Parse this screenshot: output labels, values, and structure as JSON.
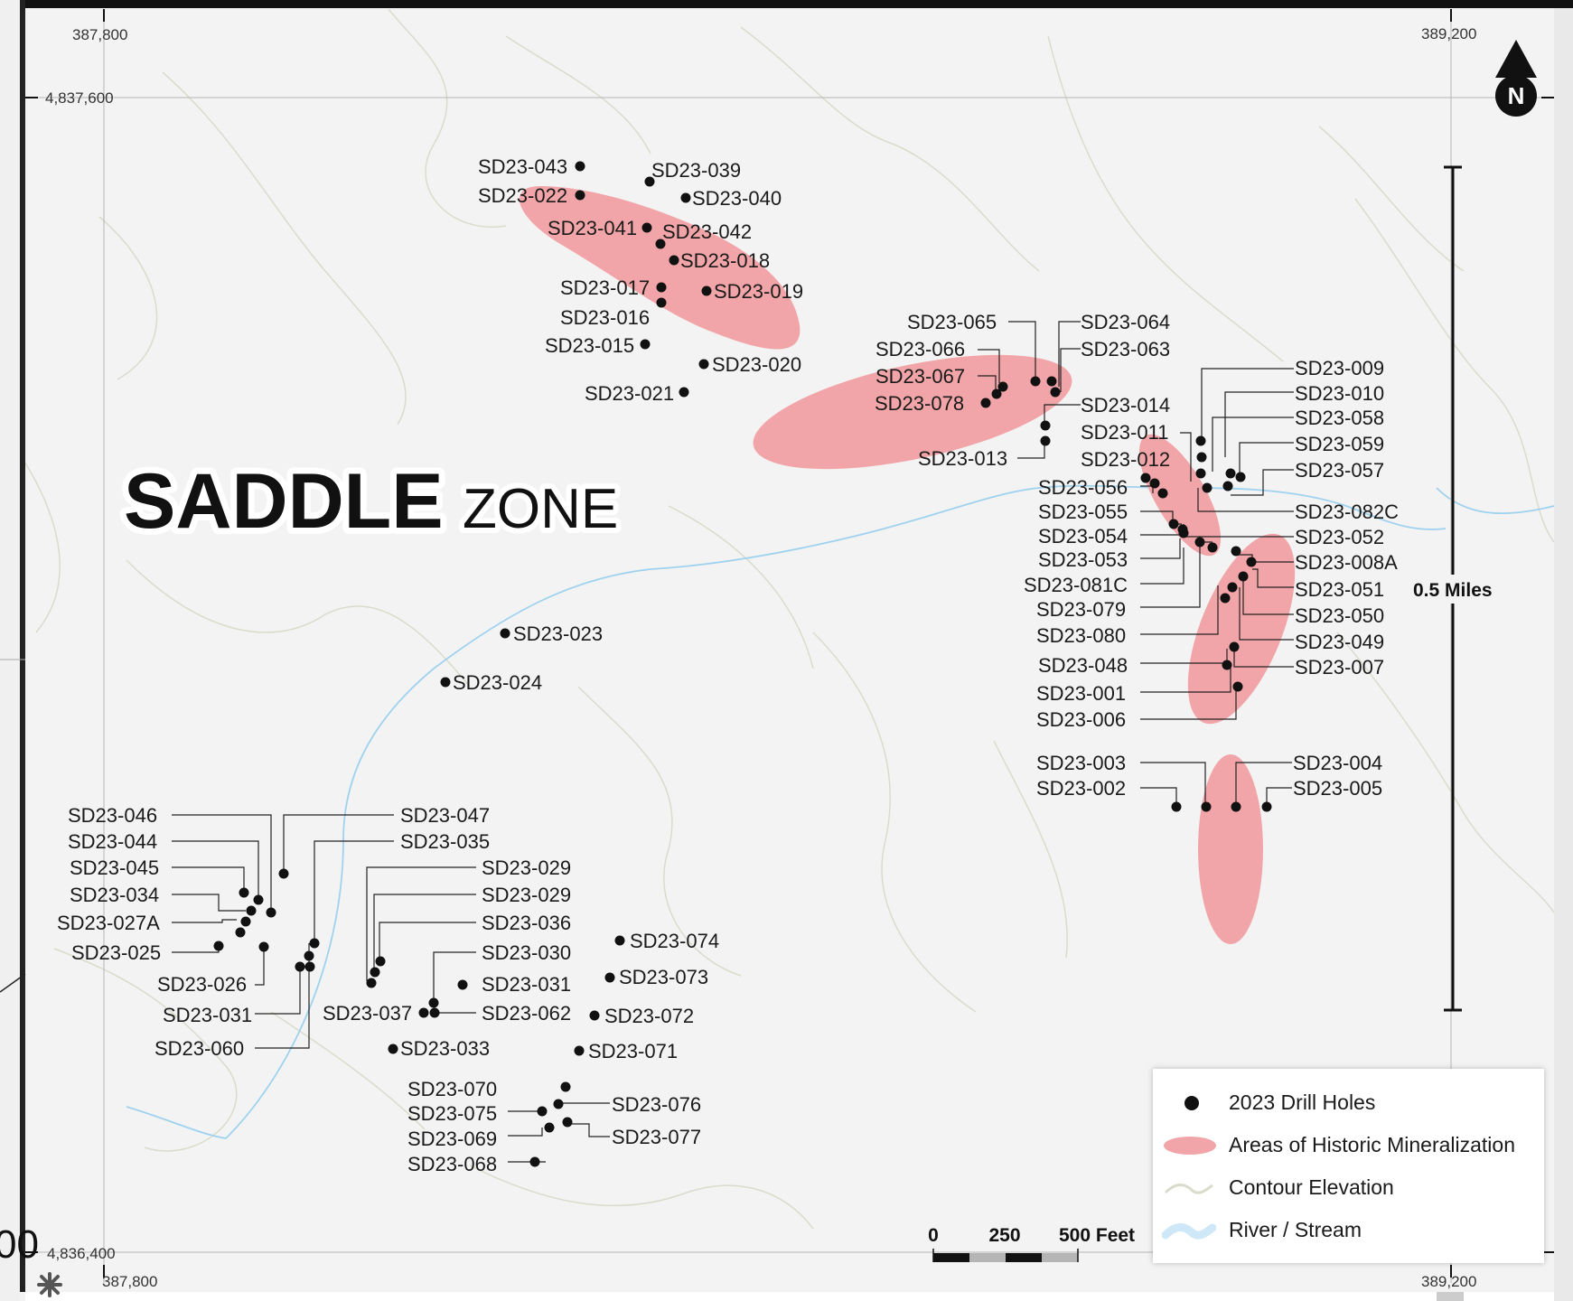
{
  "map": {
    "title_bold": "SADDLE",
    "title_light": "ZONE",
    "north_label": "N",
    "scale_vertical_label": "0.5 Miles",
    "scale_bar": {
      "t0": "0",
      "t1": "250",
      "t2": "500 Feet"
    },
    "partial_label": "00",
    "coords": {
      "e_left_top": "387,800",
      "e_right_top": "389,200",
      "n_top": "4,837,600",
      "n_bottom": "4,836,400",
      "e_left_bottom": "387,800",
      "e_right_bottom": "389,200"
    },
    "colors": {
      "mineralization": "#f2a5a8",
      "contour": "#d9dccb",
      "river": "#9fd2ef",
      "drill_hole": "#111111",
      "frame": "#222222"
    }
  },
  "legend": {
    "items": [
      {
        "label": "2023 Drill Holes",
        "symbol": "dot"
      },
      {
        "label": "Areas of Historic Mineralization",
        "symbol": "ellipse"
      },
      {
        "label": "Contour Elevation",
        "symbol": "contour-line"
      },
      {
        "label": "River / Stream",
        "symbol": "river-line"
      }
    ]
  },
  "labels": [
    "SD23-043",
    "SD23-039",
    "SD23-022",
    "SD23-040",
    "SD23-041",
    "SD23-042",
    "SD23-018",
    "SD23-017",
    "SD23-019",
    "SD23-016",
    "SD23-015",
    "SD23-020",
    "SD23-021",
    "SD23-065",
    "SD23-064",
    "SD23-066",
    "SD23-063",
    "SD23-067",
    "SD23-078",
    "SD23-014",
    "SD23-011",
    "SD23-013",
    "SD23-012",
    "SD23-009",
    "SD23-010",
    "SD23-058",
    "SD23-059",
    "SD23-057",
    "SD23-056",
    "SD23-055",
    "SD23-054",
    "SD23-053",
    "SD23-081C",
    "SD23-079",
    "SD23-080",
    "SD23-048",
    "SD23-001",
    "SD23-006",
    "SD23-082C",
    "SD23-052",
    "SD23-008A",
    "SD23-051",
    "SD23-050",
    "SD23-049",
    "SD23-007",
    "SD23-003",
    "SD23-002",
    "SD23-004",
    "SD23-005",
    "SD23-023",
    "SD23-024",
    "SD23-046",
    "SD23-044",
    "SD23-045",
    "SD23-034",
    "SD23-027A",
    "SD23-025",
    "SD23-026",
    "SD23-031",
    "SD23-060",
    "SD23-047",
    "SD23-035",
    "SD23-029",
    "SD23-029",
    "SD23-036",
    "SD23-030",
    "SD23-031",
    "SD23-037",
    "SD23-062",
    "SD23-033",
    "SD23-074",
    "SD23-073",
    "SD23-072",
    "SD23-071",
    "SD23-070",
    "SD23-075",
    "SD23-069",
    "SD23-068",
    "SD23-076",
    "SD23-077"
  ]
}
